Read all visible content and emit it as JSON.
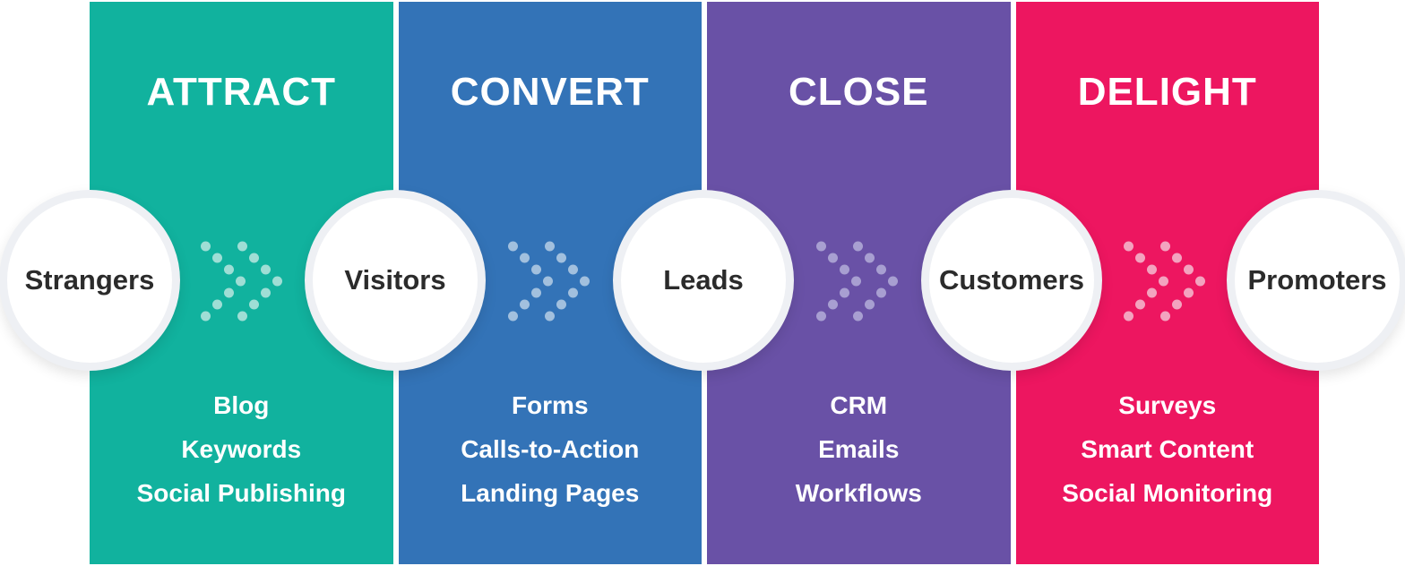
{
  "diagram": {
    "type": "marketing-funnel",
    "background_color": "#ffffff",
    "circle_ring_color": "#eef0f4",
    "persona_text_color": "#2b2b2b",
    "stage_text_color": "#ffffff",
    "stages": [
      {
        "title": "ATTRACT",
        "color": "#11b29e",
        "arrow_dot_color": "#9fded5",
        "items": [
          "Blog",
          "Keywords",
          "Social Publishing"
        ]
      },
      {
        "title": "CONVERT",
        "color": "#3373b7",
        "arrow_dot_color": "#a2c0de",
        "items": [
          "Forms",
          "Calls-to-Action",
          "Landing Pages"
        ]
      },
      {
        "title": "CLOSE",
        "color": "#6951a6",
        "arrow_dot_color": "#a89fd1",
        "items": [
          "CRM",
          "Emails",
          "Workflows"
        ]
      },
      {
        "title": "DELIGHT",
        "color": "#ed1660",
        "arrow_dot_color": "#f3a3bf",
        "items": [
          "Surveys",
          "Smart Content",
          "Social Monitoring"
        ]
      }
    ],
    "personas": [
      "Strangers",
      "Visitors",
      "Leads",
      "Customers",
      "Promoters"
    ]
  }
}
